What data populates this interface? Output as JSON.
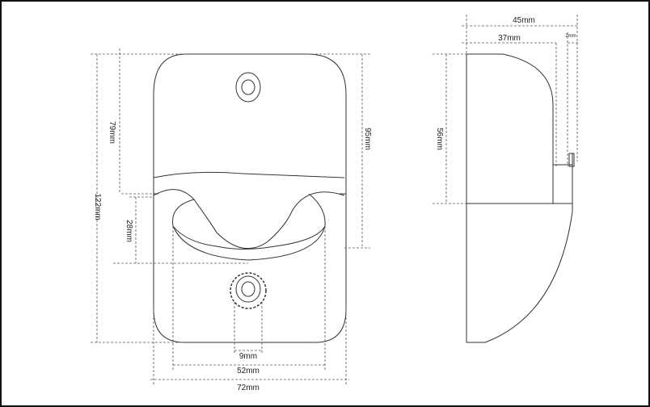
{
  "front_view": {
    "dims": {
      "height_total": "122mm",
      "height_upper": "79mm",
      "height_right": "95mm",
      "height_cutout": "28mm",
      "width_hole": "9mm",
      "width_inner": "52mm",
      "width_total": "72mm"
    }
  },
  "side_view": {
    "dims": {
      "depth_total": "45mm",
      "depth_inner": "37mm",
      "thickness": "2mm",
      "height_upper": "56mm"
    }
  },
  "colors": {
    "line": "#333333",
    "dash": "#555555",
    "border": "#111111"
  }
}
